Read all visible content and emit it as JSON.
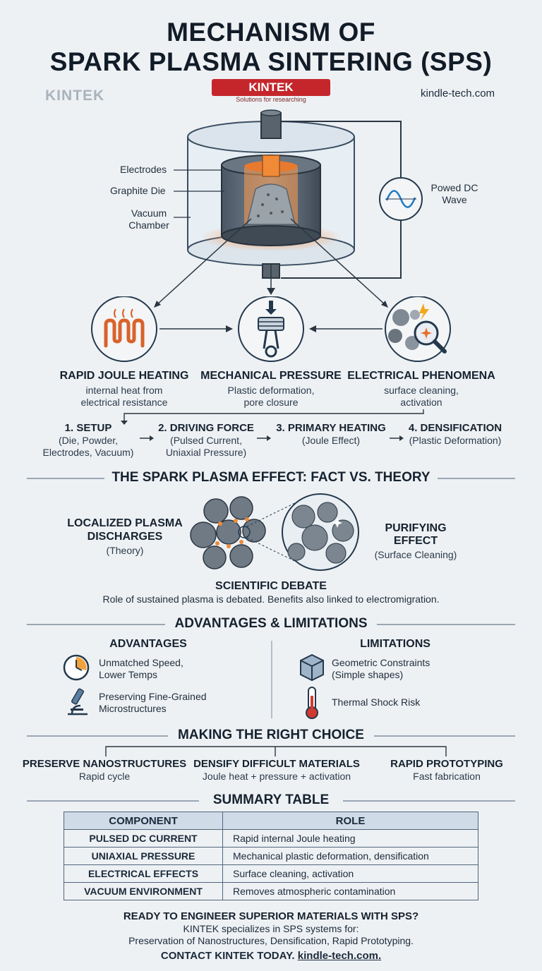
{
  "header": {
    "title_line1": "MECHANISM OF",
    "title_line2": "SPARK PLASMA SINTERING (SPS)",
    "brand_left": "KINTEK",
    "badge_brand": "KINTEK",
    "badge_tagline": "Solutions for researching",
    "site": "kindle-tech.com"
  },
  "apparatus": {
    "labels": [
      "Electrodes",
      "Graphite Die",
      "Vacuum Chamber"
    ],
    "power_label": "Powed DC Wave"
  },
  "mechanisms": [
    {
      "title": "RAPID JOULE HEATING",
      "desc": "internal heat from electrical resistance"
    },
    {
      "title": "MECHANICAL PRESSURE",
      "desc": "Plastic deformation, pore closure"
    },
    {
      "title": "ELECTRICAL PHENOMENA",
      "desc": "surface cleaning, activation"
    }
  ],
  "steps": [
    {
      "title": "1. SETUP",
      "desc": "(Die, Powder, Electrodes, Vacuum)"
    },
    {
      "title": "2. DRIVING FORCE",
      "desc": "(Pulsed Current, Uniaxial Pressure)"
    },
    {
      "title": "3. PRIMARY HEATING",
      "desc": "(Joule Effect)"
    },
    {
      "title": "4. DENSIFICATION",
      "desc": "(Plastic Deformation)"
    }
  ],
  "plasma": {
    "section_title": "THE SPARK PLASMA EFFECT: FACT VS. THEORY",
    "left_title": "LOCALIZED PLASMA DISCHARGES",
    "left_sub": "(Theory)",
    "right_title": "PURIFYING EFFECT",
    "right_sub": "(Surface Cleaning)",
    "debate_title": "SCIENTIFIC DEBATE",
    "debate_text": "Role of sustained plasma is debated. Benefits also linked to electromigration."
  },
  "advlim": {
    "section_title": "ADVANTAGES & LIMITATIONS",
    "adv_title": "ADVANTAGES",
    "lim_title": "LIMITATIONS",
    "advantages": [
      "Unmatched Speed, Lower Temps",
      "Preserving Fine-Grained Microstructures"
    ],
    "limitations": [
      "Geometric Constraints (Simple shapes)",
      "Thermal Shock Risk"
    ]
  },
  "choice": {
    "section_title": "MAKING THE RIGHT CHOICE",
    "options": [
      {
        "title": "PRESERVE NANOSTRUCTURES",
        "desc": "Rapid cycle"
      },
      {
        "title": "DENSIFY DIFFICULT MATERIALS",
        "desc": "Joule heat + pressure + activation"
      },
      {
        "title": "RAPID PROTOTYPING",
        "desc": "Fast fabrication"
      }
    ]
  },
  "summary": {
    "section_title": "SUMMARY TABLE",
    "col_component": "COMPONENT",
    "col_role": "ROLE",
    "rows": [
      {
        "component": "PULSED DC CURRENT",
        "role": "Rapid internal Joule heating"
      },
      {
        "component": "UNIAXIAL PRESSURE",
        "role": "Mechanical plastic deformation, densification"
      },
      {
        "component": "ELECTRICAL EFFECTS",
        "role": "Surface cleaning, activation"
      },
      {
        "component": "VACUUM ENVIRONMENT",
        "role": "Removes atmospheric contamination"
      }
    ]
  },
  "cta": {
    "headline": "READY TO ENGINEER SUPERIOR MATERIALS WITH SPS?",
    "line1": "KINTEK specializes in SPS systems for:",
    "line2": "Preservation of Nanostructures, Densification, Rapid Prototyping.",
    "contact": "CONTACT KINTEK TODAY.",
    "link": "kindle-tech.com."
  },
  "colors": {
    "accent_red": "#c4262c",
    "heat_orange": "#e8702a",
    "dark": "#15222f"
  }
}
